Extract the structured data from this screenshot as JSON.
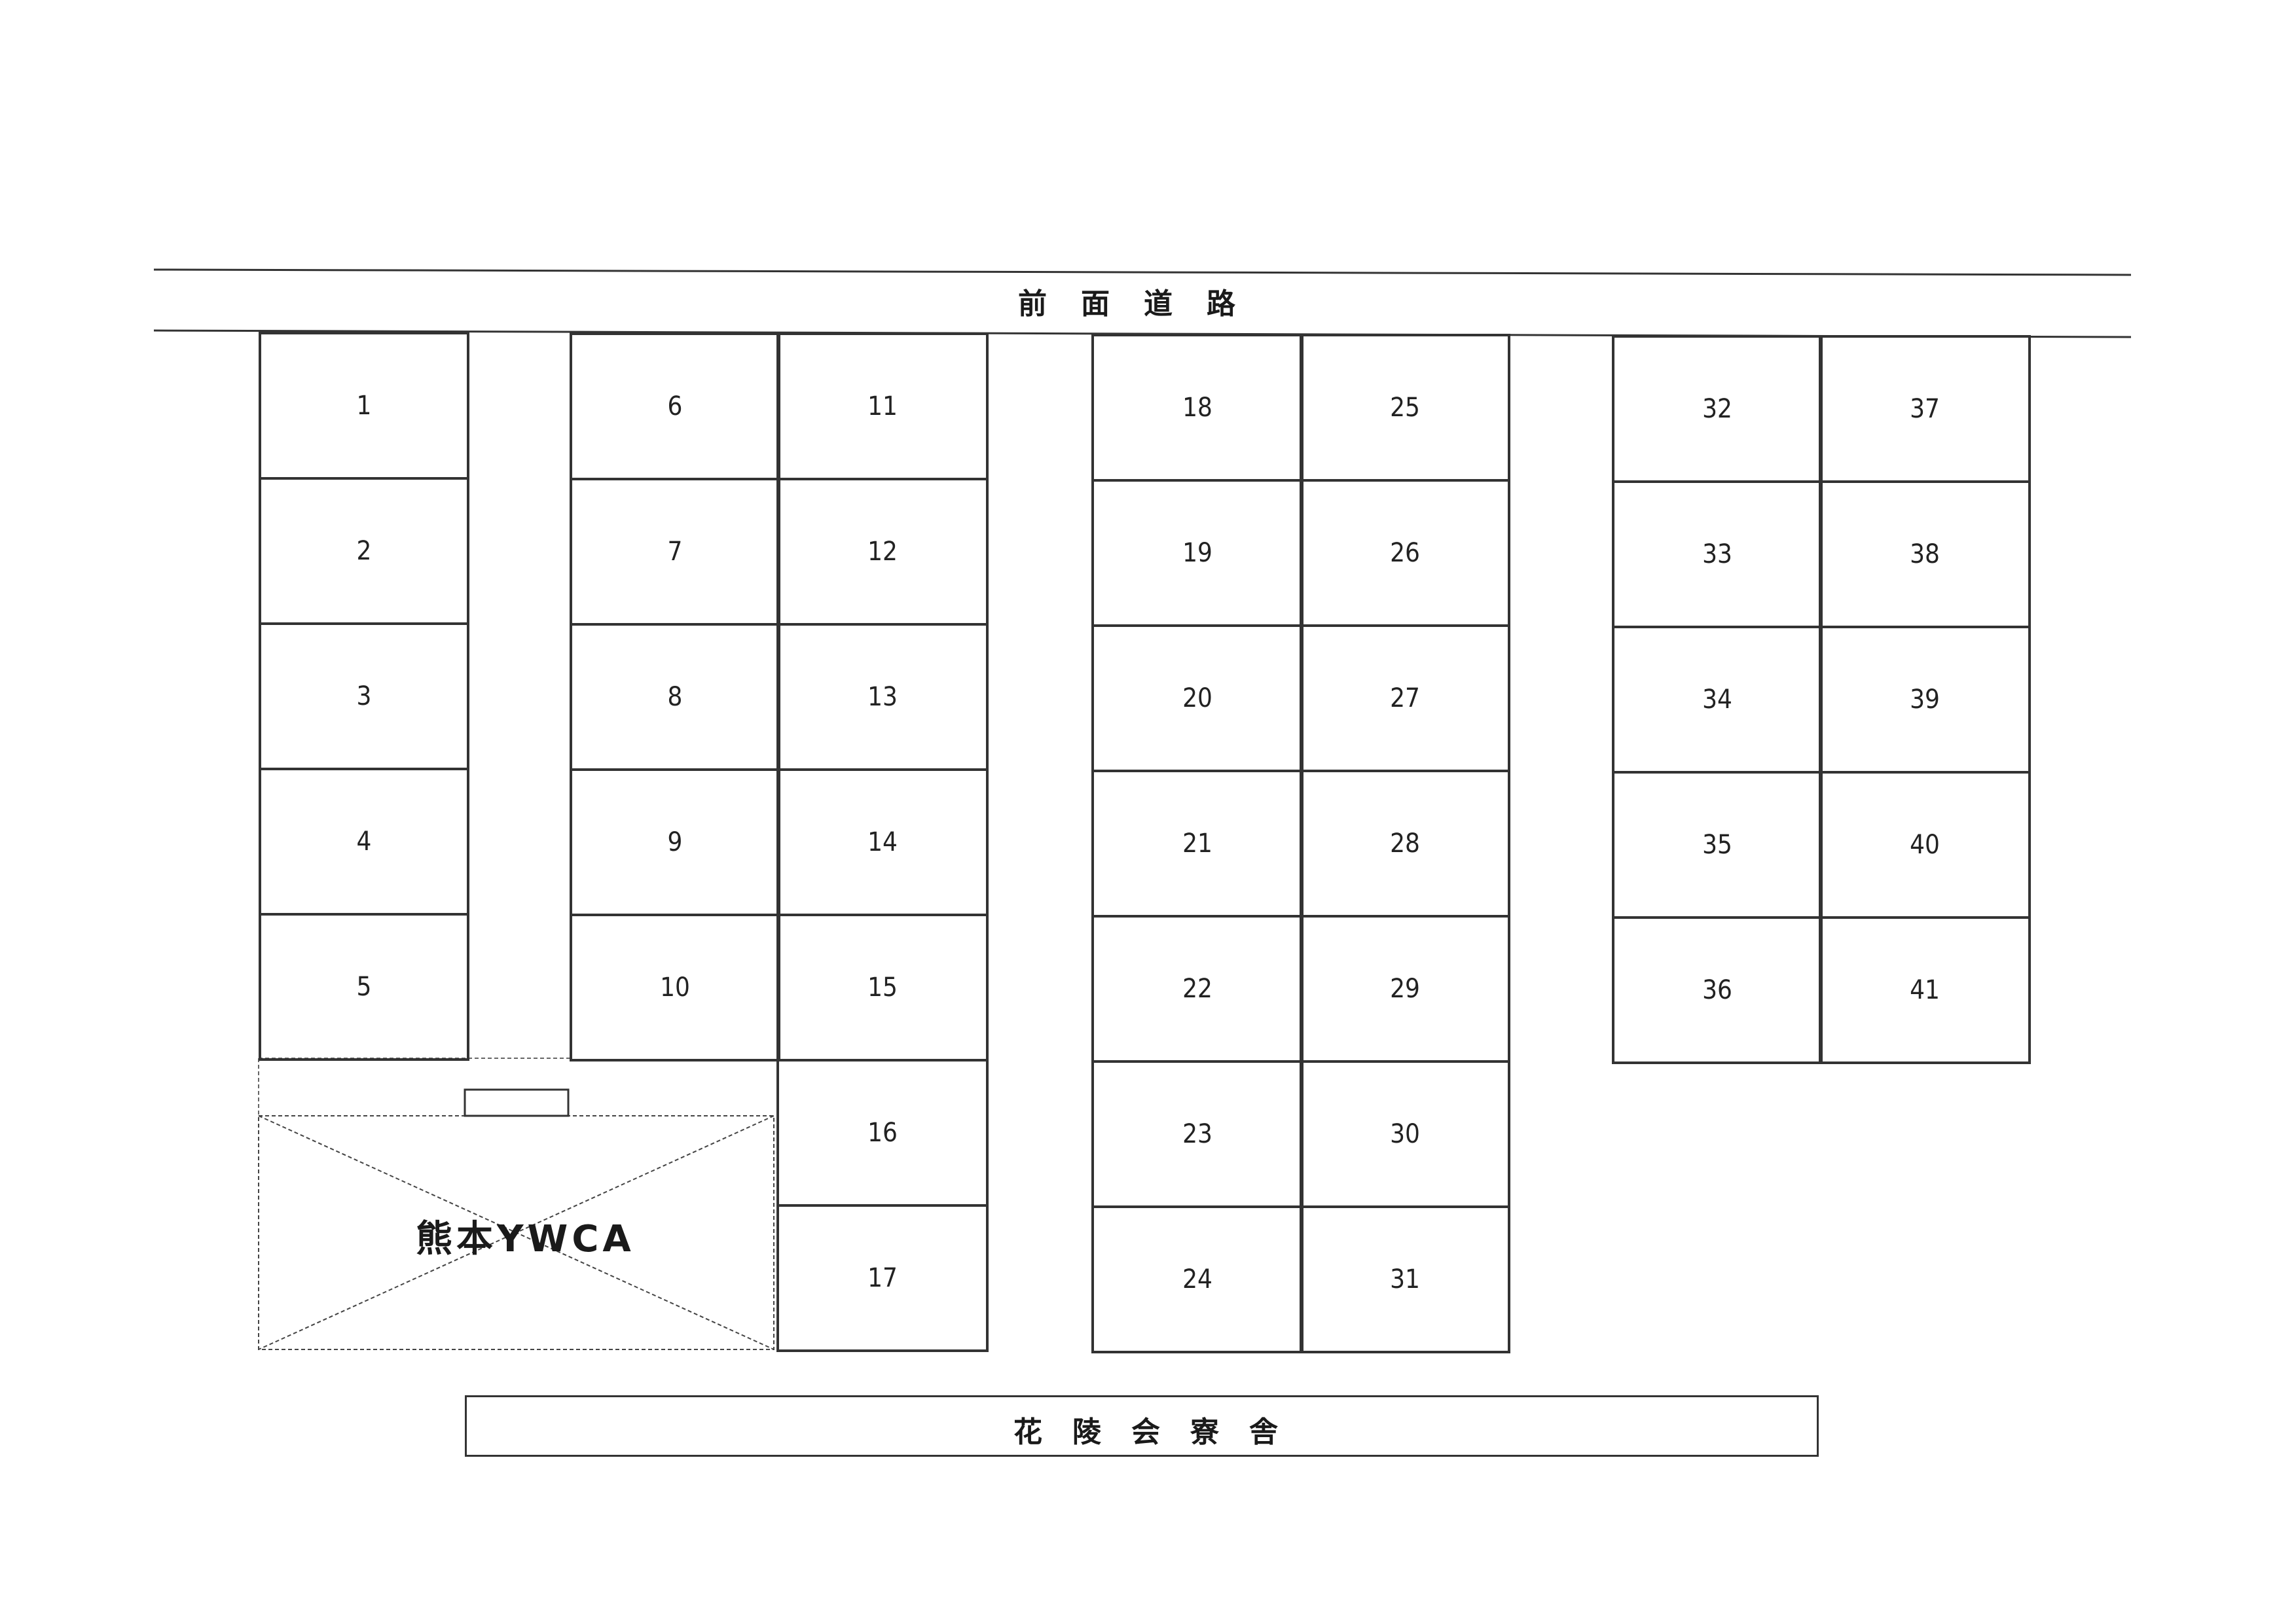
{
  "road": {
    "label": "前面道路"
  },
  "dormitory": {
    "label": "花陵会寮舎"
  },
  "building": {
    "label": "熊本YWCA"
  },
  "colors": {
    "line": "#333333",
    "background": "#ffffff",
    "text": "#222222"
  },
  "columns": [
    {
      "id": "col-a",
      "stalls": [
        "1",
        "2",
        "3",
        "4",
        "5"
      ]
    },
    {
      "id": "col-b",
      "stalls": [
        "6",
        "7",
        "8",
        "9",
        "10"
      ]
    },
    {
      "id": "col-c",
      "stalls": [
        "11",
        "12",
        "13",
        "14",
        "15",
        "16",
        "17"
      ]
    },
    {
      "id": "col-d",
      "stalls": [
        "18",
        "19",
        "20",
        "21",
        "22",
        "23",
        "24"
      ]
    },
    {
      "id": "col-e",
      "stalls": [
        "25",
        "26",
        "27",
        "28",
        "29",
        "30",
        "31"
      ]
    },
    {
      "id": "col-f",
      "stalls": [
        "32",
        "33",
        "34",
        "35",
        "36"
      ]
    },
    {
      "id": "col-g",
      "stalls": [
        "37",
        "38",
        "39",
        "40",
        "41"
      ]
    }
  ]
}
